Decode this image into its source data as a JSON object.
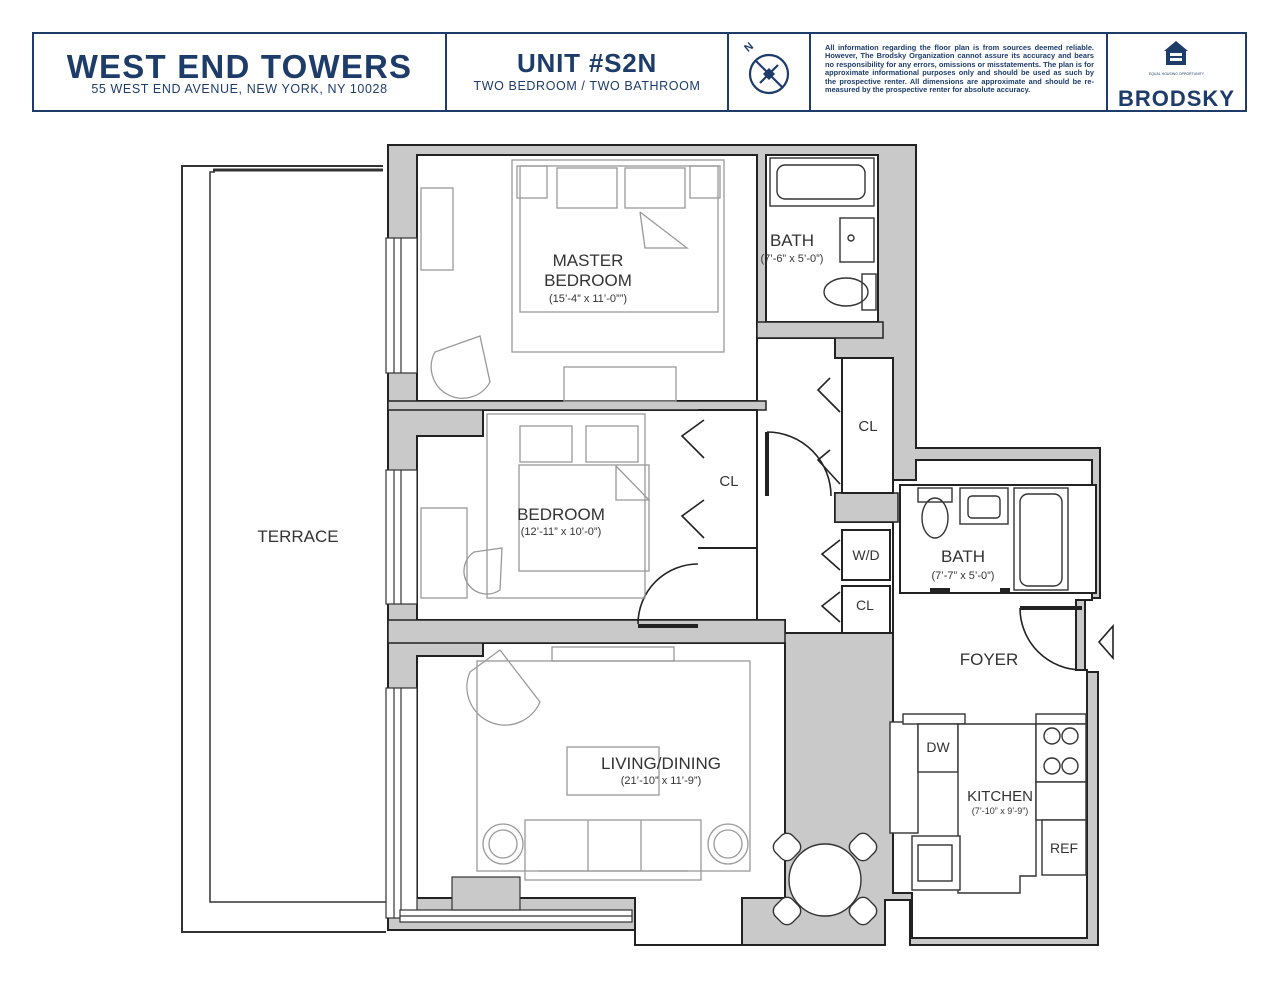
{
  "header": {
    "building_name": "WEST END TOWERS",
    "address": "55 WEST END AVENUE, NEW YORK, NY 10028",
    "unit": "UNIT #S2N",
    "unit_type": "TWO BEDROOM / TWO BATHROOM",
    "compass_label": "N",
    "disclaimer": "All information regarding the floor plan is from sources deemed reliable. However, The Brodsky Organization cannot assure its accuracy and bears no responsibility for any errors, omissions or misstatements. The plan is for approximate informational purposes only and should be used as such by the prospective renter. All dimensions are approximate and should be re-measured by the prospective renter for absolute accuracy.",
    "equal_housing": "EQUAL HOUSING OPPORTUNITY",
    "brand": "BRODSKY"
  },
  "rooms": {
    "master_bedroom": {
      "name_line1": "MASTER",
      "name_line2": "BEDROOM",
      "dims": "(15’-4” x 11’-0””)"
    },
    "master_bath": {
      "name": "BATH",
      "dims": "(7’-6” x 5’-0”)"
    },
    "closet_master": "CL",
    "bedroom": {
      "name": "BEDROOM",
      "dims": "(12’-11” x 10’-0”)"
    },
    "closet_bedroom": "CL",
    "terrace": "TERRACE",
    "washer_dryer": "W/D",
    "closet_hall": "CL",
    "bath2": {
      "name": "BATH",
      "dims": "(7’-7” x 5’-0”)"
    },
    "foyer": "FOYER",
    "living_dining": {
      "name": "LIVING/DINING",
      "dims": "(21’-10” x 11’-9”)"
    },
    "kitchen": {
      "name": "KITCHEN",
      "dims": "(7’-10” x 9’-9”)"
    },
    "dishwasher": "DW",
    "refrigerator": "REF"
  },
  "colors": {
    "brand_navy": "#1d3c6a",
    "wall_fill": "#c9c9c9",
    "wall_line": "#222222",
    "furniture": "#999999"
  }
}
